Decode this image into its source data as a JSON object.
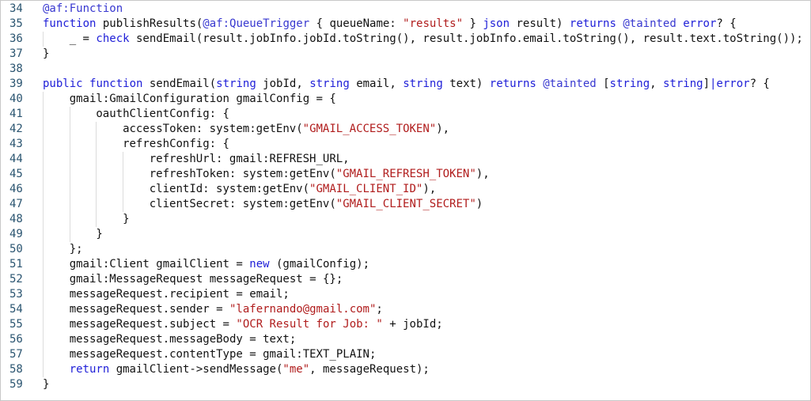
{
  "colors": {
    "keyword": "#2020d8",
    "annotation": "#3838d0",
    "string": "#b01c1c",
    "plain": "#111111",
    "line_number": "#2a5470"
  },
  "lines": [
    {
      "n": "34",
      "indent": 0,
      "tokens": [
        [
          "an",
          "@af:Function"
        ]
      ]
    },
    {
      "n": "35",
      "indent": 0,
      "tokens": [
        [
          "k",
          "function"
        ],
        [
          "p",
          " publishResults("
        ],
        [
          "an",
          "@af:QueueTrigger"
        ],
        [
          "p",
          " { queueName: "
        ],
        [
          "s",
          "\"results\""
        ],
        [
          "p",
          " } "
        ],
        [
          "k",
          "json"
        ],
        [
          "p",
          " result) "
        ],
        [
          "k",
          "returns"
        ],
        [
          "p",
          " "
        ],
        [
          "an",
          "@tainted"
        ],
        [
          "p",
          " "
        ],
        [
          "k",
          "error"
        ],
        [
          "p",
          "? {"
        ]
      ]
    },
    {
      "n": "36",
      "indent": 1,
      "tokens": [
        [
          "p",
          "_ = "
        ],
        [
          "k",
          "check"
        ],
        [
          "p",
          " sendEmail(result.jobInfo.jobId.toString(), result.jobInfo.email.toString(), result.text.toString());"
        ]
      ]
    },
    {
      "n": "37",
      "indent": 0,
      "tokens": [
        [
          "p",
          "}"
        ]
      ]
    },
    {
      "n": "38",
      "indent": 0,
      "tokens": []
    },
    {
      "n": "39",
      "indent": 0,
      "tokens": [
        [
          "k",
          "public"
        ],
        [
          "p",
          " "
        ],
        [
          "k",
          "function"
        ],
        [
          "p",
          " sendEmail("
        ],
        [
          "k",
          "string"
        ],
        [
          "p",
          " jobId, "
        ],
        [
          "k",
          "string"
        ],
        [
          "p",
          " email, "
        ],
        [
          "k",
          "string"
        ],
        [
          "p",
          " text) "
        ],
        [
          "k",
          "returns"
        ],
        [
          "p",
          " "
        ],
        [
          "an",
          "@tainted"
        ],
        [
          "p",
          " ["
        ],
        [
          "k",
          "string"
        ],
        [
          "p",
          ", "
        ],
        [
          "k",
          "string"
        ],
        [
          "p",
          "]"
        ],
        [
          "k",
          "|error"
        ],
        [
          "p",
          "? {"
        ]
      ]
    },
    {
      "n": "40",
      "indent": 1,
      "tokens": [
        [
          "p",
          "gmail:GmailConfiguration gmailConfig = {"
        ]
      ]
    },
    {
      "n": "41",
      "indent": 2,
      "tokens": [
        [
          "p",
          "oauthClientConfig: {"
        ]
      ]
    },
    {
      "n": "42",
      "indent": 3,
      "tokens": [
        [
          "p",
          "accessToken: system:getEnv("
        ],
        [
          "s",
          "\"GMAIL_ACCESS_TOKEN\""
        ],
        [
          "p",
          "),"
        ]
      ]
    },
    {
      "n": "43",
      "indent": 3,
      "tokens": [
        [
          "p",
          "refreshConfig: {"
        ]
      ]
    },
    {
      "n": "44",
      "indent": 4,
      "tokens": [
        [
          "p",
          "refreshUrl: gmail:REFRESH_URL,"
        ]
      ]
    },
    {
      "n": "45",
      "indent": 4,
      "tokens": [
        [
          "p",
          "refreshToken: system:getEnv("
        ],
        [
          "s",
          "\"GMAIL_REFRESH_TOKEN\""
        ],
        [
          "p",
          "),"
        ]
      ]
    },
    {
      "n": "46",
      "indent": 4,
      "tokens": [
        [
          "p",
          "clientId: system:getEnv("
        ],
        [
          "s",
          "\"GMAIL_CLIENT_ID\""
        ],
        [
          "p",
          "),"
        ]
      ]
    },
    {
      "n": "47",
      "indent": 4,
      "tokens": [
        [
          "p",
          "clientSecret: system:getEnv("
        ],
        [
          "s",
          "\"GMAIL_CLIENT_SECRET\""
        ],
        [
          "p",
          ")"
        ]
      ]
    },
    {
      "n": "48",
      "indent": 3,
      "tokens": [
        [
          "p",
          "}"
        ]
      ]
    },
    {
      "n": "49",
      "indent": 2,
      "tokens": [
        [
          "p",
          "}"
        ]
      ]
    },
    {
      "n": "50",
      "indent": 1,
      "tokens": [
        [
          "p",
          "};"
        ]
      ]
    },
    {
      "n": "51",
      "indent": 1,
      "tokens": [
        [
          "p",
          "gmail:Client gmailClient = "
        ],
        [
          "k",
          "new"
        ],
        [
          "p",
          " (gmailConfig);"
        ]
      ]
    },
    {
      "n": "52",
      "indent": 1,
      "tokens": [
        [
          "p",
          "gmail:MessageRequest messageRequest = {};"
        ]
      ]
    },
    {
      "n": "53",
      "indent": 1,
      "tokens": [
        [
          "p",
          "messageRequest.recipient = email;"
        ]
      ]
    },
    {
      "n": "54",
      "indent": 1,
      "tokens": [
        [
          "p",
          "messageRequest.sender = "
        ],
        [
          "s",
          "\"lafernando@gmail.com\""
        ],
        [
          "p",
          ";"
        ]
      ]
    },
    {
      "n": "55",
      "indent": 1,
      "tokens": [
        [
          "p",
          "messageRequest.subject = "
        ],
        [
          "s",
          "\"OCR Result for Job: \""
        ],
        [
          "p",
          " + jobId;"
        ]
      ]
    },
    {
      "n": "56",
      "indent": 1,
      "tokens": [
        [
          "p",
          "messageRequest.messageBody = text;"
        ]
      ]
    },
    {
      "n": "57",
      "indent": 1,
      "tokens": [
        [
          "p",
          "messageRequest.contentType = gmail:TEXT_PLAIN;"
        ]
      ]
    },
    {
      "n": "58",
      "indent": 1,
      "tokens": [
        [
          "k",
          "return"
        ],
        [
          "p",
          " gmailClient->sendMessage("
        ],
        [
          "s",
          "\"me\""
        ],
        [
          "p",
          ", messageRequest);"
        ]
      ]
    },
    {
      "n": "59",
      "indent": 0,
      "tokens": [
        [
          "p",
          "}"
        ]
      ]
    }
  ]
}
